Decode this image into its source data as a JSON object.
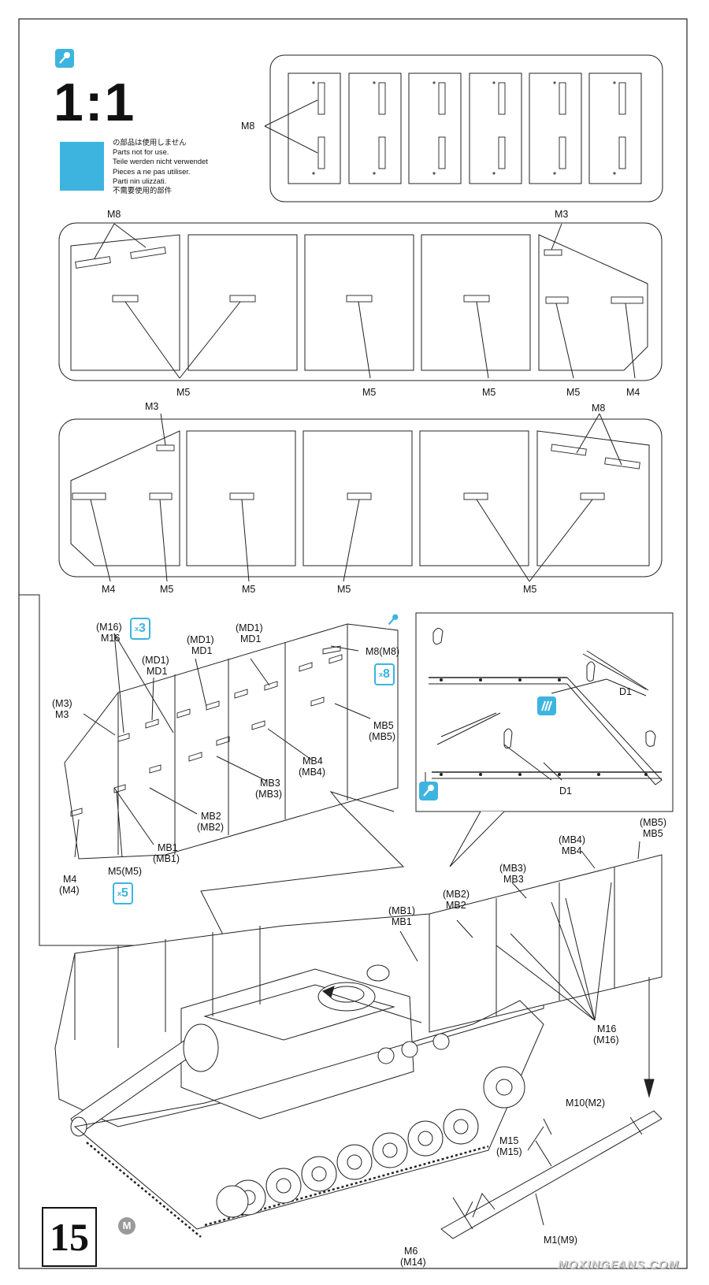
{
  "scale": "1:1",
  "legend_lines": [
    "の部品は使用しません",
    "Parts not for use.",
    "Teile werden nicht verwendet",
    "Pieces a ne pas utiliser.",
    "Parti nin ulizzati.",
    "不需要使用的部件"
  ],
  "step_number": "15",
  "part_marker": "M",
  "quantities": {
    "x3": "3",
    "x8": "8",
    "x5": "5"
  },
  "sheet_labels": {
    "m8": "M8",
    "m3": "M3",
    "m5": "M5",
    "m4": "M4"
  },
  "exploded_labels": {
    "m16_paren": "(M16)",
    "m16": "M16",
    "md1_paren": "(MD1)",
    "md1": "MD1",
    "m3_paren": "(M3)",
    "m3": "M3",
    "m8_pair": "M8(M8)",
    "mb5": "MB5",
    "mb5_paren": "(MB5)",
    "mb4": "MB4",
    "mb4_paren": "(MB4)",
    "mb3": "MB3",
    "mb3_paren": "(MB3)",
    "mb2": "MB2",
    "mb2_paren": "(MB2)",
    "mb1": "MB1",
    "mb1_paren": "(MB1)",
    "m4": "M4",
    "m4_paren": "(M4)",
    "m5_pair": "M5(M5)"
  },
  "detail_labels": {
    "d1": "D1"
  },
  "vehicle_labels": {
    "mb1_paren": "(MB1)",
    "mb1": "MB1",
    "mb2_paren": "(MB2)",
    "mb2": "MB2",
    "mb3_paren": "(MB3)",
    "mb3": "MB3",
    "mb4_paren": "(MB4)",
    "mb4": "MB4",
    "mb5_paren": "(MB5)",
    "mb5": "MB5",
    "m16": "M16",
    "m16_paren": "(M16)",
    "m10_m2": "M10(M2)",
    "m15": "M15",
    "m15_paren": "(M15)",
    "m6": "M6",
    "m14_paren": "(M14)",
    "m1_m9": "M1(M9)"
  },
  "watermark": "MOXINGFANS.COM",
  "colors": {
    "accent": "#3db4e0",
    "line": "#111111"
  }
}
